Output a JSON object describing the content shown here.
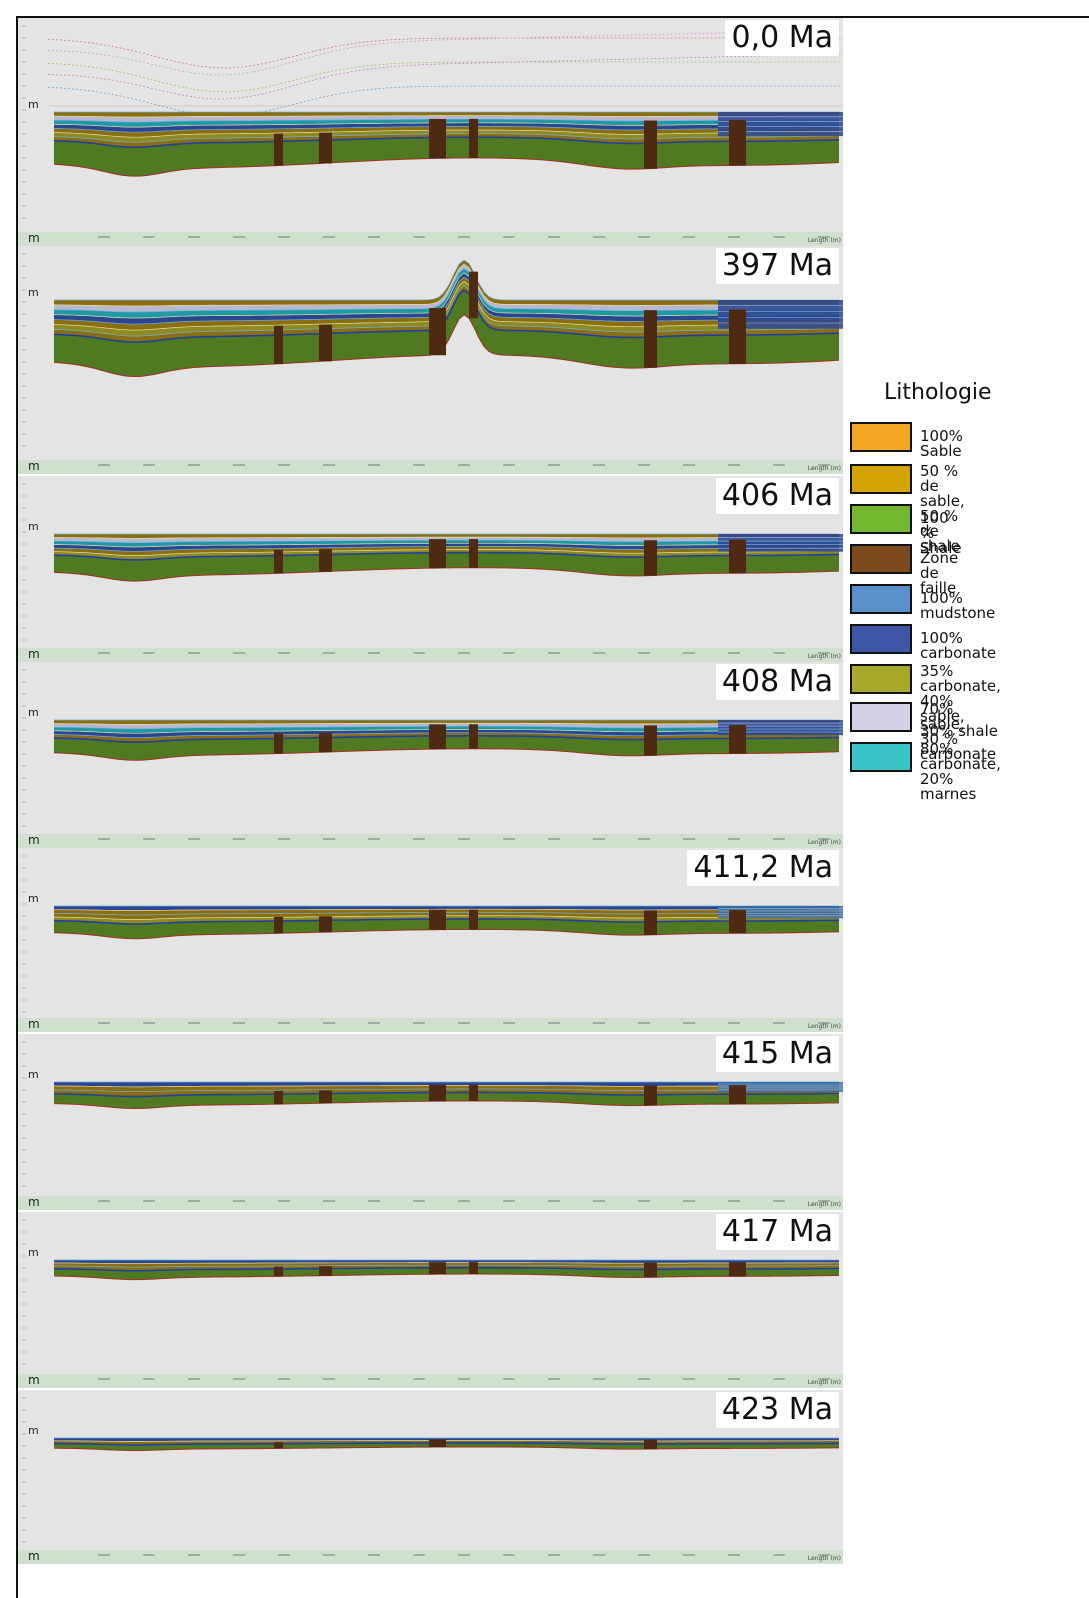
{
  "sections": [
    {
      "age": "0,0 Ma"
    },
    {
      "age": "397 Ma"
    },
    {
      "age": "406 Ma"
    },
    {
      "age": "408 Ma"
    },
    {
      "age": "411,2 Ma"
    },
    {
      "age": "415 Ma"
    },
    {
      "age": "417 Ma"
    },
    {
      "age": "423 Ma"
    }
  ],
  "axis_unit": "m",
  "length_label": "Length (m)",
  "legend": {
    "title": "Lithologie",
    "items": [
      {
        "label": "100% Sable",
        "color": "#f5a623"
      },
      {
        "label": "50 % de sable,\n50 % de shale",
        "color": "#d4a407"
      },
      {
        "label": "100 % Shale",
        "color": "#74b832"
      },
      {
        "label": "Zone de faille",
        "color": "#7b4a1e"
      },
      {
        "label": "100% mudstone",
        "color": "#5b8fcc"
      },
      {
        "label": "100% carbonate",
        "color": "#3d57a6"
      },
      {
        "label": "35% carbonate,\n40% sable, 30% shale",
        "color": "#a8a82a"
      },
      {
        "label": "70% sable,\n30 % carbonate",
        "color": "#d4d0e6"
      },
      {
        "label": "80% carbonate,\n20% marnes",
        "color": "#3cc3c8"
      }
    ]
  }
}
